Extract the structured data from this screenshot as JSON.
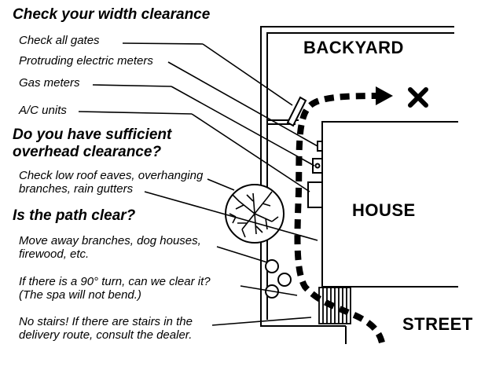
{
  "headings": {
    "width": "Check your width clearance",
    "overhead_line1": "Do you have sufficient",
    "overhead_line2": "overhead clearance?",
    "path": "Is the path clear?"
  },
  "items": {
    "gates": "Check all gates",
    "meters": "Protruding electric meters",
    "gas": "Gas meters",
    "ac": "A/C units",
    "eaves_line1": "Check low roof eaves, overhanging",
    "eaves_line2": "branches, rain gutters",
    "move_line1": "Move away branches, dog houses,",
    "move_line2": "firewood, etc.",
    "turn_line1": "If there is a 90° turn, can we clear it?",
    "turn_line2": "(The spa will not bend.)",
    "stairs_line1": "No stairs! If there are stairs in the",
    "stairs_line2": "delivery route, consult the dealer."
  },
  "labels": {
    "backyard": "BACKYARD",
    "house": "HOUSE",
    "street": "STREET"
  }
}
